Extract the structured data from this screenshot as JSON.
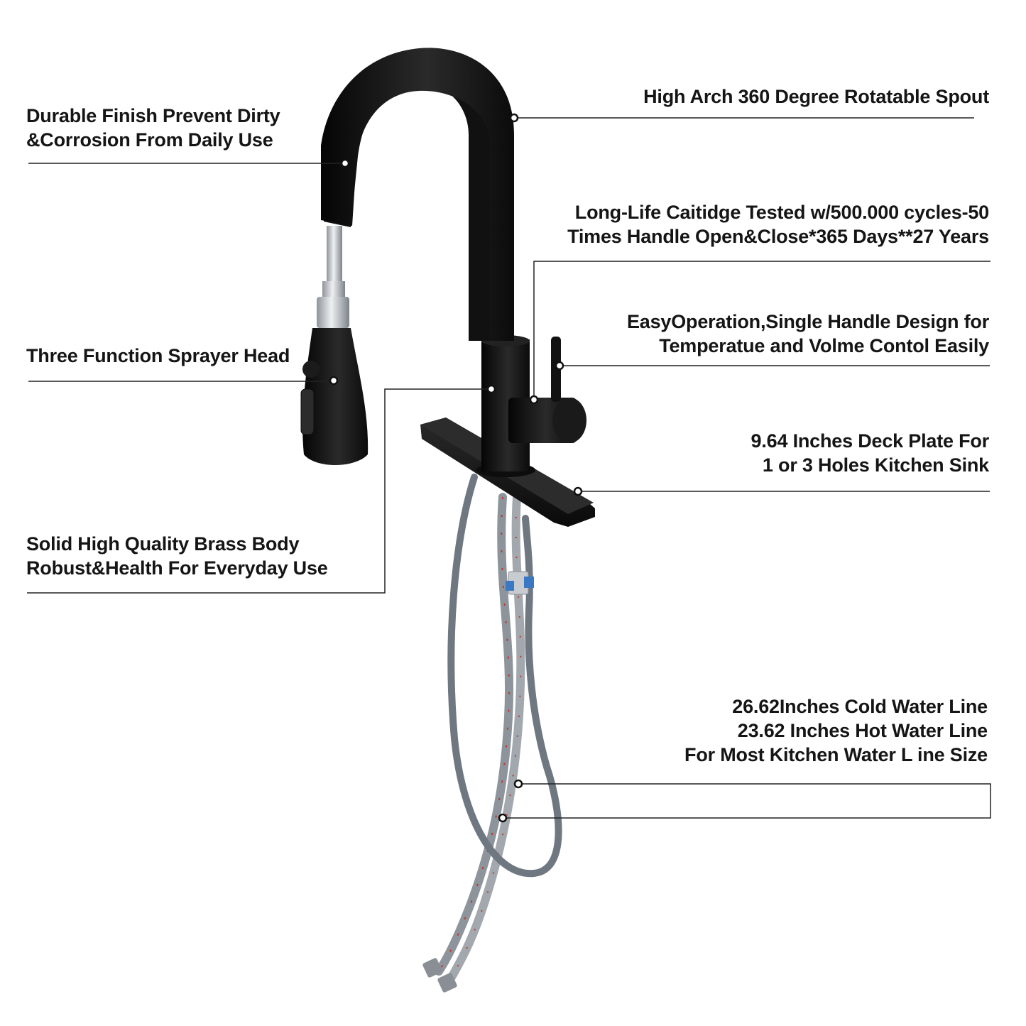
{
  "colors": {
    "background": "#ffffff",
    "text": "#151515",
    "leader_line": "#222222",
    "faucet_black": "#141414",
    "chrome": "#c9ccd0",
    "hose_steel": "#9aa1a8",
    "hose_red_thread": "#c0392b",
    "valve_blue": "#3a78c4"
  },
  "callouts": {
    "durable_finish": [
      "Durable Finish Prevent Dirty",
      "&Corrosion From Daily Use"
    ],
    "sprayer_head": [
      "Three Function Sprayer Head"
    ],
    "brass_body": [
      "Solid High Quality Brass Body",
      "Robust&Health For Everyday Use"
    ],
    "spout": [
      "High Arch 360 Degree Rotatable Spout"
    ],
    "cartridge": [
      "Long-Life Caitidge Tested w/500.000 cycles-50",
      "Times Handle Open&Close*365 Days**27 Years"
    ],
    "handle": [
      "EasyOperation,Single Handle Design for",
      "Temperatue and Volme Contol Easily"
    ],
    "deck_plate": [
      "9.64 Inches Deck Plate For",
      "1 or 3 Holes Kitchen Sink"
    ],
    "water_lines": [
      "26.62Inches Cold Water Line",
      "23.62 Inches Hot Water Line",
      "For Most Kitchen Water L ine Size"
    ]
  }
}
